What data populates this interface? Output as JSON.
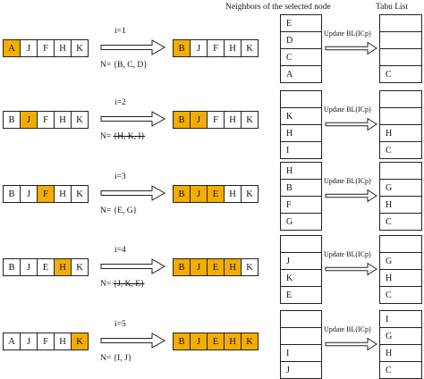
{
  "header": {
    "neighbors_title": "Neighbors of the selected node",
    "tabu_title": "Tabu List"
  },
  "iterations": [
    {
      "iter_label": "i=1",
      "before": [
        {
          "t": "A",
          "hl": true
        },
        {
          "t": "J",
          "hl": false
        },
        {
          "t": "F",
          "hl": false
        },
        {
          "t": "H",
          "hl": false
        },
        {
          "t": "K",
          "hl": false
        }
      ],
      "after": [
        {
          "t": "B",
          "hl": true
        },
        {
          "t": "J",
          "hl": false
        },
        {
          "t": "F",
          "hl": false
        },
        {
          "t": "H",
          "hl": false
        },
        {
          "t": "K",
          "hl": false
        }
      ],
      "n_prefix": "N= ",
      "n_set": "{B, C, D}",
      "n_strike": false,
      "neighbors": [
        "E",
        "D",
        "C",
        "A"
      ],
      "update_label": "Update BL(ICp)",
      "tabu": [
        "",
        "",
        "",
        "C"
      ]
    },
    {
      "iter_label": "i=2",
      "before": [
        {
          "t": "B",
          "hl": false
        },
        {
          "t": "J",
          "hl": true
        },
        {
          "t": "F",
          "hl": false
        },
        {
          "t": "H",
          "hl": false
        },
        {
          "t": "K",
          "hl": false
        }
      ],
      "after": [
        {
          "t": "B",
          "hl": true
        },
        {
          "t": "J",
          "hl": true
        },
        {
          "t": "F",
          "hl": false
        },
        {
          "t": "H",
          "hl": false
        },
        {
          "t": "K",
          "hl": false
        }
      ],
      "n_prefix": "N= ",
      "n_set": "{H, K, I}",
      "n_strike": true,
      "neighbors": [
        "",
        "K",
        "H",
        "I"
      ],
      "update_label": "Update BL(ICp)",
      "tabu": [
        "",
        "",
        "H",
        "C"
      ]
    },
    {
      "iter_label": "i=3",
      "before": [
        {
          "t": "B",
          "hl": false
        },
        {
          "t": "J",
          "hl": false
        },
        {
          "t": "F",
          "hl": true
        },
        {
          "t": "H",
          "hl": false
        },
        {
          "t": "K",
          "hl": false
        }
      ],
      "after": [
        {
          "t": "B",
          "hl": true
        },
        {
          "t": "J",
          "hl": true
        },
        {
          "t": "E",
          "hl": true
        },
        {
          "t": "H",
          "hl": false
        },
        {
          "t": "K",
          "hl": false
        }
      ],
      "n_prefix": "N= ",
      "n_set": "{E, G}",
      "n_strike": false,
      "neighbors": [
        "H",
        "B",
        "F",
        "G"
      ],
      "update_label": "Update BL(ICp)",
      "tabu": [
        "",
        "G",
        "H",
        "C"
      ]
    },
    {
      "iter_label": "i=4",
      "before": [
        {
          "t": "B",
          "hl": false
        },
        {
          "t": "J",
          "hl": false
        },
        {
          "t": "E",
          "hl": false
        },
        {
          "t": "H",
          "hl": true
        },
        {
          "t": "K",
          "hl": false
        }
      ],
      "after": [
        {
          "t": "B",
          "hl": true
        },
        {
          "t": "J",
          "hl": true
        },
        {
          "t": "E",
          "hl": true
        },
        {
          "t": "H",
          "hl": true
        },
        {
          "t": "K",
          "hl": false
        }
      ],
      "n_prefix": "N= ",
      "n_set": "{J, K, E}",
      "n_strike": true,
      "neighbors": [
        "",
        "J",
        "K",
        "E"
      ],
      "update_label": "Update BL(ICp)",
      "tabu": [
        "",
        "G",
        "H",
        "C"
      ]
    },
    {
      "iter_label": "i=5",
      "before": [
        {
          "t": "A",
          "hl": false
        },
        {
          "t": "J",
          "hl": false
        },
        {
          "t": "F",
          "hl": false
        },
        {
          "t": "H",
          "hl": false
        },
        {
          "t": "K",
          "hl": true
        }
      ],
      "after": [
        {
          "t": "B",
          "hl": true
        },
        {
          "t": "J",
          "hl": true
        },
        {
          "t": "E",
          "hl": true
        },
        {
          "t": "H",
          "hl": true
        },
        {
          "t": "K",
          "hl": true
        }
      ],
      "n_prefix": "N= ",
      "n_set": "{I, J}",
      "n_strike": false,
      "neighbors": [
        "",
        "",
        "I",
        "J"
      ],
      "update_label": "Update BL(ICp)",
      "tabu": [
        "I",
        "G",
        "H",
        "C"
      ]
    }
  ],
  "colors": {
    "highlight": "#f2ad00",
    "line": "#222222"
  }
}
